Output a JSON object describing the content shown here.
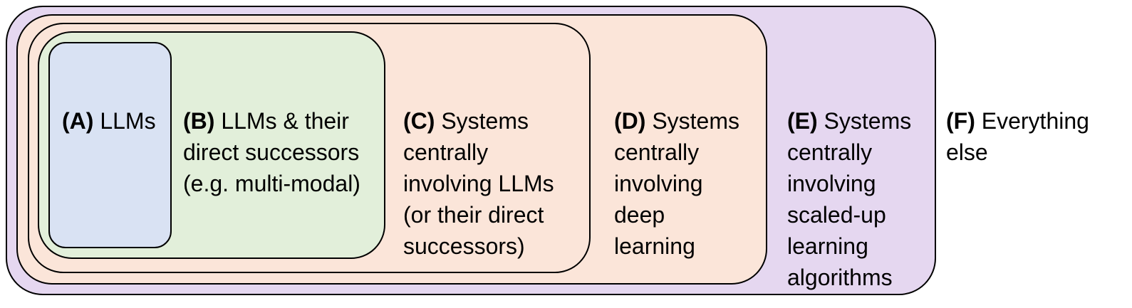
{
  "colors": {
    "border": "#000000",
    "f": "#e5d7f0",
    "e": "#fbe5d9",
    "d": "#fbe5d9",
    "c": "#e2efda",
    "b": "#fef2cc",
    "a": "#d9e2f3"
  },
  "diagram": {
    "regions": [
      {
        "id": "A",
        "tag": "(A)",
        "text": " LLMs"
      },
      {
        "id": "B",
        "tag": "(B)",
        "text": " LLMs & their\ndirect successors\n(e.g. multi-modal)"
      },
      {
        "id": "C",
        "tag": "(C)",
        "text": " Systems\ncentrally\ninvolving LLMs\n(or their direct\nsuccessors)"
      },
      {
        "id": "D",
        "tag": "(D)",
        "text": " Systems\ncentrally\ninvolving\ndeep\nlearning"
      },
      {
        "id": "E",
        "tag": "(E)",
        "text": " Systems\ncentrally\ninvolving\nscaled-up\nlearning\nalgorithms"
      },
      {
        "id": "F",
        "tag": "(F)",
        "text": " Everything\nelse"
      }
    ]
  }
}
